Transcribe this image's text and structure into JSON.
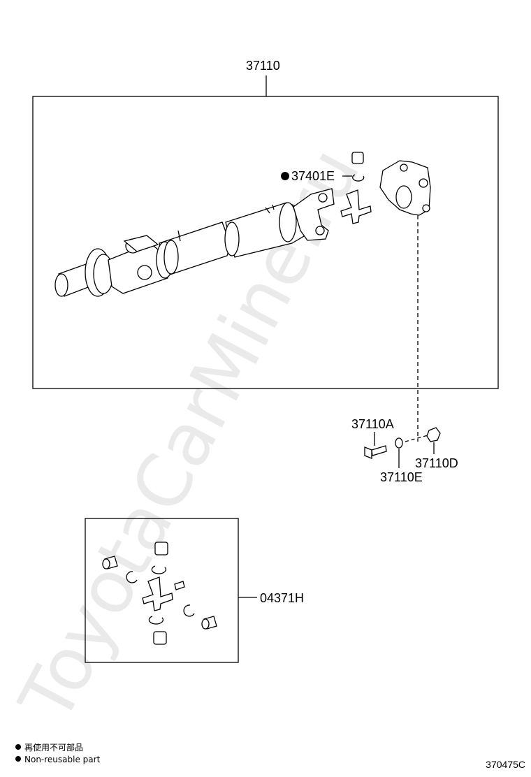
{
  "labels": {
    "assembly": "37110",
    "spider_kit_part": "37401E",
    "bolt": "37110A",
    "washer": "37110E",
    "nut": "37110D",
    "repair_kit": "04371H"
  },
  "legend": {
    "line1": "再使用不可部品",
    "line2": "Non-reusable part"
  },
  "illustration_code": "370475C",
  "watermark": "ToyotaCarMine.ru"
}
